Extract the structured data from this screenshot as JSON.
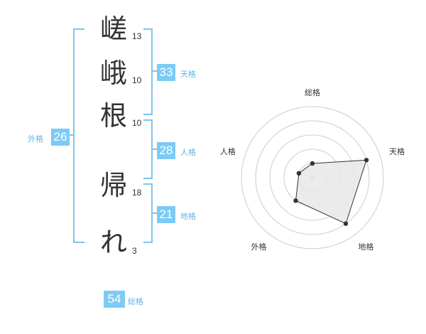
{
  "name": {
    "chars": [
      {
        "char": "嵯",
        "strokes": "13"
      },
      {
        "char": "峨",
        "strokes": "10"
      },
      {
        "char": "根",
        "strokes": "10"
      },
      {
        "char": "帰",
        "strokes": "18"
      },
      {
        "char": "れ",
        "strokes": "3"
      }
    ]
  },
  "fortune": {
    "tenkaku": {
      "value": "33",
      "label": "天格"
    },
    "jinkaku": {
      "value": "28",
      "label": "人格"
    },
    "chikaku": {
      "value": "21",
      "label": "地格"
    },
    "gaikaku": {
      "value": "26",
      "label": "外格"
    },
    "soukaku": {
      "value": "54",
      "label": "総格"
    }
  },
  "chart_data": {
    "type": "radar",
    "axes": [
      "総格",
      "天格",
      "地格",
      "外格",
      "人格"
    ],
    "values": [
      1,
      4,
      4,
      2,
      1
    ],
    "max": 5,
    "rings": 5,
    "colors": {
      "fill": "#e8e8e8",
      "line": "#333333",
      "grid": "#cccccc",
      "point": "#333333"
    }
  }
}
